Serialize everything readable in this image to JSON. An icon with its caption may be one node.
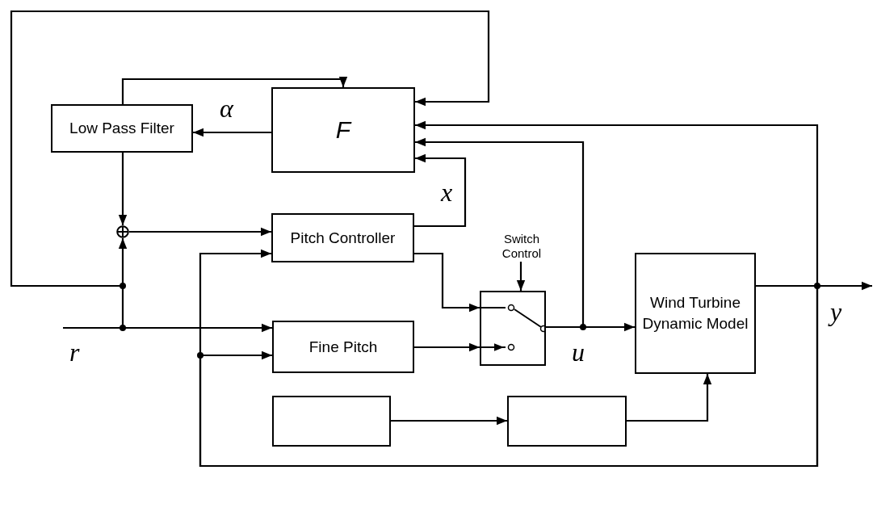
{
  "diagram": {
    "nodes": [
      {
        "text": [
          "F"
        ]
      },
      {
        "text": [
          "Low Pass Filter"
        ]
      },
      {
        "text": [],
        "shape": "circle"
      },
      {
        "text": [
          "Pitch Controller"
        ]
      },
      {
        "text": [
          "Switch Control"
        ]
      },
      {
        "text": [],
        "shape": "box"
      },
      {
        "text": [
          "Wind Turbine Dynamic Model"
        ]
      },
      {
        "text": [
          "Fine Pitch"
        ]
      },
      {
        "text": [],
        "shape": "box"
      },
      {
        "text": [],
        "shape": "box"
      }
    ],
    "edges": [
      {
        "from": 0,
        "to": 1,
        "arrow": "to",
        "label": "α"
      },
      {
        "from": 1,
        "to": 0,
        "arrow": "to"
      },
      {
        "from": 1,
        "to": 2,
        "arrow": "to"
      },
      {
        "from": 2,
        "to": 3,
        "arrow": "to"
      },
      {
        "from": null,
        "to": 7,
        "arrow": "to",
        "label": "r"
      },
      {
        "from": null,
        "to": 2,
        "arrow": "to"
      },
      {
        "from": null,
        "to": 0,
        "arrow": "to"
      },
      {
        "from": 3,
        "to": 0,
        "arrow": "to",
        "label": "x"
      },
      {
        "from": 3,
        "to": 5,
        "arrow": "to"
      },
      {
        "from": 7,
        "to": 5,
        "arrow": "to"
      },
      {
        "from": 4,
        "to": 5,
        "arrow": "to"
      },
      {
        "from": 5,
        "to": 6,
        "arrow": "to",
        "label": "u"
      },
      {
        "from": 5,
        "to": 0,
        "arrow": "to"
      },
      {
        "from": 6,
        "to": null,
        "arrow": "to",
        "label": "y"
      },
      {
        "from": 6,
        "to": 0,
        "arrow": "to"
      },
      {
        "from": 6,
        "to": 3,
        "arrow": "to"
      },
      {
        "from": 6,
        "to": 7,
        "arrow": "to"
      },
      {
        "from": 8,
        "to": 9,
        "arrow": "to"
      },
      {
        "from": 9,
        "to": 6,
        "arrow": "to"
      }
    ]
  }
}
